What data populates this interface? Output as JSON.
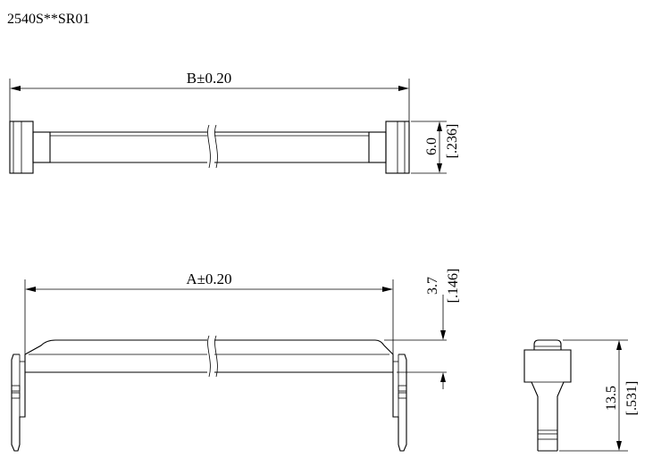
{
  "part_number": "2540S**SR01",
  "top_view": {
    "length_label": "B±0.20",
    "height_mm": "6.0",
    "height_in": "[.236]"
  },
  "front_view": {
    "length_label": "A±0.20",
    "height_mm": "3.7",
    "height_in": "[.146]"
  },
  "side_view": {
    "height_mm": "13.5",
    "height_in": "[.531]"
  }
}
